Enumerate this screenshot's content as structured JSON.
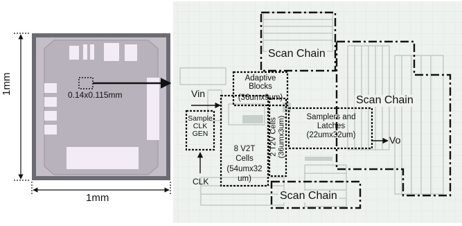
{
  "die": {
    "width_label": "1mm",
    "height_label": "1mm",
    "core_label": "0.14x0.115mm",
    "colors": {
      "die_fill": "#c7c2c9",
      "die_edge": "#6d6b72",
      "pads": "#efe6f2"
    }
  },
  "layout": {
    "blocks": {
      "scan_chain_top": "Scan Chain",
      "scan_chain_right": "Scan Chain",
      "scan_chain_bottom": "Scan Chain",
      "adaptive_title": "Adaptive",
      "adaptive_title2": "Blocks",
      "adaptive_size": "(36umx9um)",
      "sample_1": "Sample",
      "sample_2": "CLK",
      "sample_3": "GEN",
      "v2t_1": "8 V2T",
      "v2t_2": "Cells",
      "v2t_3": "(54umx32",
      "v2t_4": "um)",
      "t2v_1": "2 T2V Cells",
      "t2v_2": "(36umx3um)",
      "samplers_1": "Samplers and",
      "samplers_2": "Latches",
      "samplers_3": "(22umx32um)"
    },
    "ports": {
      "vin": "Vin",
      "clk": "CLK",
      "vo": "Vo"
    },
    "colors": {
      "background": "#eef2ee",
      "grid": "#d9dfd9",
      "blocks": "#b9c2bb",
      "outline": "#111111"
    }
  }
}
